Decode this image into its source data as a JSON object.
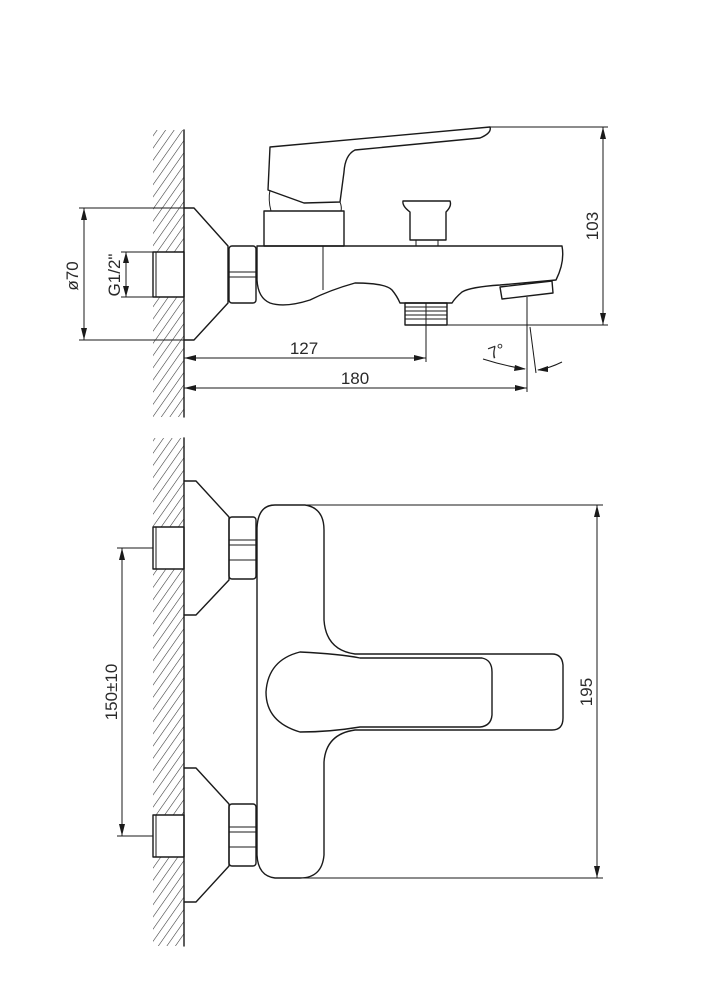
{
  "drawing": {
    "type": "technical-drawing",
    "subject": "wall-mounted bath mixer faucet",
    "colors": {
      "line": "#1a1a1a",
      "background": "#ffffff",
      "hatch": "#333333"
    },
    "side_view": {
      "dimensions": {
        "flange_diameter": "ø70",
        "thread_size": "G1/2\"",
        "outlet_distance": "127",
        "spout_reach": "180",
        "height": "103",
        "spout_angle": "7°"
      }
    },
    "front_view": {
      "dimensions": {
        "inlet_spacing": "150±10",
        "body_width": "195"
      }
    }
  }
}
